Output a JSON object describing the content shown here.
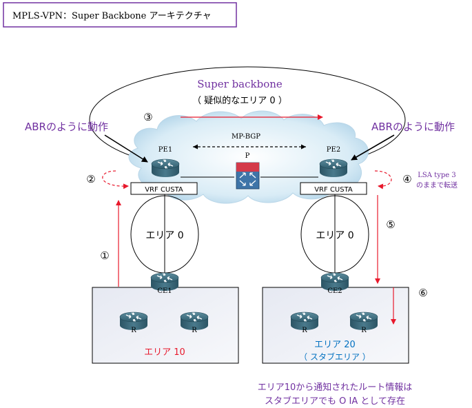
{
  "title": "MPLS-VPN：Super Backbone アーキテクチャ",
  "super_backbone": {
    "label": "Super backbone",
    "sublabel": "（ 疑似的なエリア 0 ）"
  },
  "abr_left": "ABRのように動作",
  "abr_right": "ABRのように動作",
  "mpbgp": "MP-BGP",
  "routers": {
    "pe1": "PE1",
    "pe2": "PE2",
    "p": "P",
    "ce1": "CE1",
    "ce2": "CE2",
    "r": "R"
  },
  "vrf_left": "VRF CUSTA",
  "vrf_right": "VRF CUSTA",
  "area0_left": "エリア 0",
  "area0_right": "エリア 0",
  "area10": "エリア 10",
  "area20": "エリア 20",
  "area20_sub": "（ スタブエリア ）",
  "lsa_note": [
    "LSA type 3",
    "のままで転送"
  ],
  "steps": [
    "①",
    "②",
    "③",
    "④",
    "⑤",
    "⑥"
  ],
  "bottom_note": [
    "エリア10から通知されたルート情報は",
    "スタブエリアでも O IA として存在"
  ],
  "colors": {
    "purple": "#7030a0",
    "red": "#e8192c",
    "area20_blue": "#0070c0",
    "title_border": "#7030a0",
    "router_teal": "#3c6f80",
    "box_fill": "#eef0f6"
  }
}
